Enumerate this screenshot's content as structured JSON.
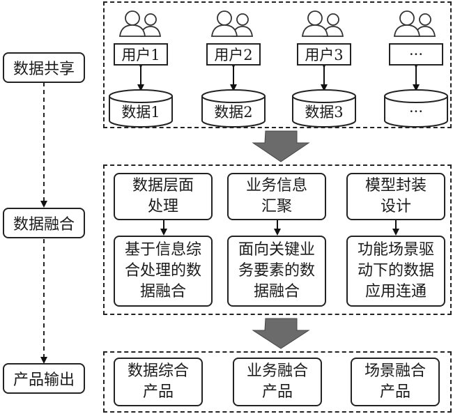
{
  "stages": {
    "sharing": "数据共享",
    "fusion": "数据融合",
    "output": "产品输出"
  },
  "sharing": {
    "users": [
      "用户1",
      "用户2",
      "用户3",
      "···"
    ],
    "databases": [
      "数据1",
      "数据2",
      "数据3",
      "···"
    ]
  },
  "fusion": {
    "columns": [
      {
        "top": "数据层面\n处理",
        "bottom": "基于信息综\n合处理的数\n据融合"
      },
      {
        "top": "业务信息\n汇聚",
        "bottom": "面向关键业\n务要素的数\n据融合"
      },
      {
        "top": "模型封装\n设计",
        "bottom": "功能场景驱\n动下的数据\n应用连通"
      }
    ]
  },
  "output": {
    "products": [
      "数据综合\n产品",
      "业务融合\n产品",
      "场景融合\n产品"
    ]
  },
  "icons": {
    "user": "user-group-icon",
    "flow_arrow": "big-down-arrow-icon",
    "arrow_color": "#6b6b6b"
  }
}
